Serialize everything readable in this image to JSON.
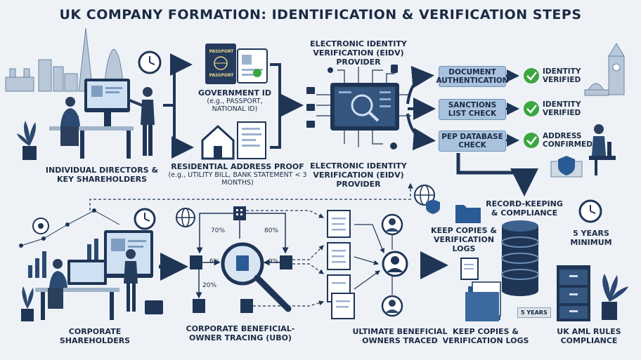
{
  "title": "UK COMPANY FORMATION: IDENTIFICATION & VERIFICATION STEPS",
  "top_row": {
    "directors_label": "INDIVIDUAL DIRECTORS & KEY SHAREHOLDERS",
    "gov_id_label": "GOVERNMENT ID",
    "gov_id_sub": "(e.g., PASSPORT, NATIONAL ID)",
    "passport_text": "PASSPORT",
    "address_label": "RESIDENTIAL ADDRESS PROOF",
    "address_sub": "(e.g., UTILITY BILL, BANK STATEMENT < 3 MONTHS)",
    "eidv_top_label": "ELECTRONIC IDENTITY VERIFICATION (eIDV) PROVIDER",
    "eidv_bottom_label": "ELECTRONIC IDENTITY VERIFICATION (eIDV) PROVIDER"
  },
  "checks": [
    {
      "check": "DOCUMENT AUTHENTICATION",
      "result": "IDENTITY VERIFIED"
    },
    {
      "check": "SANCTIONS LIST CHECK",
      "result": "IDENTITY VERIFIED"
    },
    {
      "check": "PEP DATABASE CHECK",
      "result": "ADDRESS CONFIRMED"
    }
  ],
  "bottom_row": {
    "corporate_label": "CORPORATE SHAREHOLDERS",
    "ubo_label": "CORPORATE BENEFICIAL-OWNER TRACING (UBO)",
    "percentages": [
      "70%",
      "80%",
      "6%",
      "9%",
      "20%"
    ],
    "ubo_traced_label": "ULTIMATE BENEFICIAL OWNERS TRACED",
    "record_keeping_label": "RECORD-KEEPING & COMPLIANCE",
    "keep_copies_top": "KEEP COPIES & VERIFICATION LOGS",
    "keep_copies_bottom": "KEEP COPIES & VERIFICATION LOGS",
    "five_years_label": "5 YEARS MINIMUM",
    "five_years_tag": "5 YEARS",
    "aml_label": "UK AML RULES COMPLIANCE"
  },
  "colors": {
    "navy": "#1f3556",
    "accent_blue": "#a9c3de",
    "check_green": "#3aa640",
    "background": "#eef2f6"
  }
}
